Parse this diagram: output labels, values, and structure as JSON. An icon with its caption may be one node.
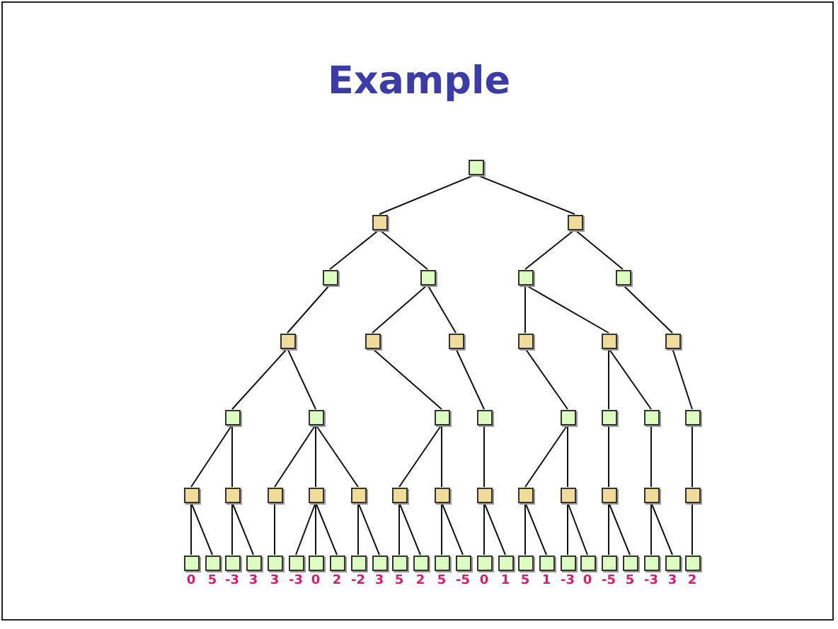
{
  "diagram": {
    "title": "Example",
    "nodes": [
      {
        "text": [],
        "shape": "box"
      },
      {
        "text": [],
        "shape": "box"
      },
      {
        "text": [],
        "shape": "box"
      },
      {
        "text": [],
        "shape": "box"
      },
      {
        "text": [],
        "shape": "box"
      },
      {
        "text": [],
        "shape": "box"
      },
      {
        "text": [],
        "shape": "box"
      },
      {
        "text": [],
        "shape": "box"
      },
      {
        "text": [],
        "shape": "box"
      },
      {
        "text": [],
        "shape": "box"
      },
      {
        "text": [],
        "shape": "box"
      },
      {
        "text": [],
        "shape": "box"
      },
      {
        "text": [],
        "shape": "box"
      },
      {
        "text": [],
        "shape": "box"
      },
      {
        "text": [],
        "shape": "box"
      },
      {
        "text": [],
        "shape": "box"
      },
      {
        "text": [],
        "shape": "box"
      },
      {
        "text": [],
        "shape": "box"
      },
      {
        "text": [],
        "shape": "box"
      },
      {
        "text": [],
        "shape": "box"
      },
      {
        "text": [],
        "shape": "box"
      },
      {
        "text": [],
        "shape": "box"
      },
      {
        "text": [],
        "shape": "box"
      },
      {
        "text": [],
        "shape": "box"
      },
      {
        "text": [],
        "shape": "box"
      },
      {
        "text": [],
        "shape": "box"
      },
      {
        "text": [],
        "shape": "box"
      },
      {
        "text": [],
        "shape": "box"
      },
      {
        "text": [],
        "shape": "box"
      },
      {
        "text": [],
        "shape": "box"
      },
      {
        "text": [],
        "shape": "box"
      },
      {
        "text": [],
        "shape": "box"
      },
      {
        "text": [],
        "shape": "box"
      },
      {
        "text": [],
        "shape": "box"
      },
      {
        "text": [],
        "shape": "box",
        "beside": [
          "0"
        ]
      },
      {
        "text": [],
        "shape": "box",
        "beside": [
          "5"
        ]
      },
      {
        "text": [],
        "shape": "box",
        "beside": [
          "-3"
        ]
      },
      {
        "text": [],
        "shape": "box",
        "beside": [
          "3"
        ]
      },
      {
        "text": [],
        "shape": "box",
        "beside": [
          "3"
        ]
      },
      {
        "text": [],
        "shape": "box",
        "beside": [
          "-3"
        ]
      },
      {
        "text": [],
        "shape": "box",
        "beside": [
          "0"
        ]
      },
      {
        "text": [],
        "shape": "box",
        "beside": [
          "2"
        ]
      },
      {
        "text": [],
        "shape": "box",
        "beside": [
          "-2"
        ]
      },
      {
        "text": [],
        "shape": "box",
        "beside": [
          "3"
        ]
      },
      {
        "text": [],
        "shape": "box",
        "beside": [
          "5"
        ]
      },
      {
        "text": [],
        "shape": "box",
        "beside": [
          "2"
        ]
      },
      {
        "text": [],
        "shape": "box",
        "beside": [
          "5"
        ]
      },
      {
        "text": [],
        "shape": "box",
        "beside": [
          "-5"
        ]
      },
      {
        "text": [],
        "shape": "box",
        "beside": [
          "0"
        ]
      },
      {
        "text": [],
        "shape": "box",
        "beside": [
          "1"
        ]
      },
      {
        "text": [],
        "shape": "box",
        "beside": [
          "5"
        ]
      },
      {
        "text": [],
        "shape": "box",
        "beside": [
          "1"
        ]
      },
      {
        "text": [],
        "shape": "box",
        "beside": [
          "-3"
        ]
      },
      {
        "text": [],
        "shape": "box",
        "beside": [
          "0"
        ]
      },
      {
        "text": [],
        "shape": "box",
        "beside": [
          "-5"
        ]
      },
      {
        "text": [],
        "shape": "box",
        "beside": [
          "5"
        ]
      },
      {
        "text": [],
        "shape": "box",
        "beside": [
          "-3"
        ]
      },
      {
        "text": [],
        "shape": "box",
        "beside": [
          "3"
        ]
      },
      {
        "text": [],
        "shape": "box",
        "beside": [
          "2"
        ]
      }
    ],
    "edges": [
      {
        "from": 0,
        "to": 1,
        "arrow": "none"
      },
      {
        "from": 0,
        "to": 2,
        "arrow": "none"
      },
      {
        "from": 1,
        "to": 3,
        "arrow": "none"
      },
      {
        "from": 1,
        "to": 4,
        "arrow": "none"
      },
      {
        "from": 2,
        "to": 5,
        "arrow": "none"
      },
      {
        "from": 2,
        "to": 6,
        "arrow": "none"
      },
      {
        "from": 3,
        "to": 7,
        "arrow": "none"
      },
      {
        "from": 4,
        "to": 8,
        "arrow": "none"
      },
      {
        "from": 4,
        "to": 9,
        "arrow": "none"
      },
      {
        "from": 5,
        "to": 10,
        "arrow": "none"
      },
      {
        "from": 5,
        "to": 11,
        "arrow": "none"
      },
      {
        "from": 6,
        "to": 12,
        "arrow": "none"
      },
      {
        "from": 7,
        "to": 13,
        "arrow": "none"
      },
      {
        "from": 7,
        "to": 14,
        "arrow": "none"
      },
      {
        "from": 8,
        "to": 15,
        "arrow": "none"
      },
      {
        "from": 9,
        "to": 16,
        "arrow": "none"
      },
      {
        "from": 10,
        "to": 17,
        "arrow": "none"
      },
      {
        "from": 11,
        "to": 18,
        "arrow": "none"
      },
      {
        "from": 11,
        "to": 19,
        "arrow": "none"
      },
      {
        "from": 12,
        "to": 20,
        "arrow": "none"
      },
      {
        "from": 13,
        "to": 21,
        "arrow": "none"
      },
      {
        "from": 13,
        "to": 22,
        "arrow": "none"
      },
      {
        "from": 14,
        "to": 23,
        "arrow": "none"
      },
      {
        "from": 14,
        "to": 24,
        "arrow": "none"
      },
      {
        "from": 14,
        "to": 25,
        "arrow": "none"
      },
      {
        "from": 15,
        "to": 26,
        "arrow": "none"
      },
      {
        "from": 15,
        "to": 27,
        "arrow": "none"
      },
      {
        "from": 16,
        "to": 28,
        "arrow": "none"
      },
      {
        "from": 17,
        "to": 29,
        "arrow": "none"
      },
      {
        "from": 17,
        "to": 30,
        "arrow": "none"
      },
      {
        "from": 18,
        "to": 31,
        "arrow": "none"
      },
      {
        "from": 19,
        "to": 32,
        "arrow": "none"
      },
      {
        "from": 20,
        "to": 33,
        "arrow": "none"
      },
      {
        "from": 21,
        "to": 34,
        "arrow": "none"
      },
      {
        "from": 21,
        "to": 35,
        "arrow": "none"
      },
      {
        "from": 22,
        "to": 36,
        "arrow": "none"
      },
      {
        "from": 22,
        "to": 37,
        "arrow": "none"
      },
      {
        "from": 23,
        "to": 38,
        "arrow": "none"
      },
      {
        "from": 24,
        "to": 39,
        "arrow": "none"
      },
      {
        "from": 24,
        "to": 40,
        "arrow": "none"
      },
      {
        "from": 24,
        "to": 41,
        "arrow": "none"
      },
      {
        "from": 25,
        "to": 42,
        "arrow": "none"
      },
      {
        "from": 25,
        "to": 43,
        "arrow": "none"
      },
      {
        "from": 26,
        "to": 44,
        "arrow": "none"
      },
      {
        "from": 26,
        "to": 45,
        "arrow": "none"
      },
      {
        "from": 27,
        "to": 46,
        "arrow": "none"
      },
      {
        "from": 27,
        "to": 47,
        "arrow": "none"
      },
      {
        "from": 28,
        "to": 48,
        "arrow": "none"
      },
      {
        "from": 28,
        "to": 49,
        "arrow": "none"
      },
      {
        "from": 29,
        "to": 50,
        "arrow": "none"
      },
      {
        "from": 29,
        "to": 51,
        "arrow": "none"
      },
      {
        "from": 30,
        "to": 52,
        "arrow": "none"
      },
      {
        "from": 30,
        "to": 53,
        "arrow": "none"
      },
      {
        "from": 31,
        "to": 54,
        "arrow": "none"
      },
      {
        "from": 31,
        "to": 55,
        "arrow": "none"
      },
      {
        "from": 32,
        "to": 56,
        "arrow": "none"
      },
      {
        "from": 32,
        "to": 57,
        "arrow": "none"
      },
      {
        "from": 33,
        "to": 58,
        "arrow": "none"
      }
    ]
  }
}
